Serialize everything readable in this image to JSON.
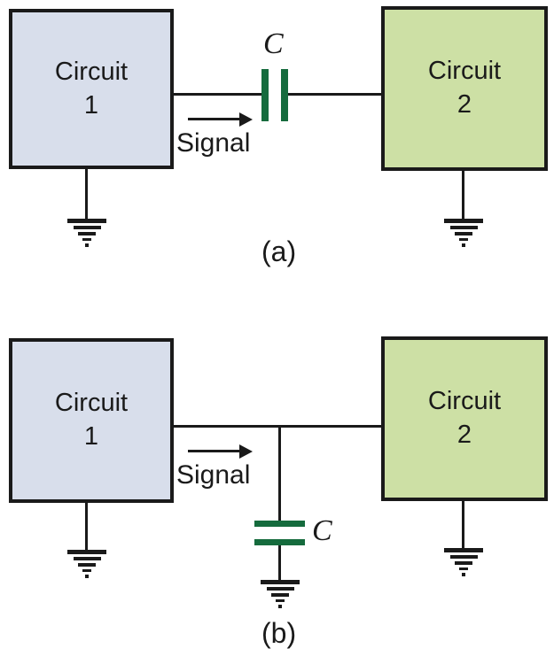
{
  "figure": {
    "description": "Two-panel circuit diagram showing capacitor coupling between two circuits",
    "panels": [
      {
        "id": "a",
        "caption": "(a)",
        "circuit1": {
          "line1": "Circuit",
          "line2": "1"
        },
        "circuit2": {
          "line1": "Circuit",
          "line2": "2"
        },
        "signal_label": "Signal",
        "capacitor_label": "C",
        "capacitor_orientation": "series-vertical-plates"
      },
      {
        "id": "b",
        "caption": "(b)",
        "circuit1": {
          "line1": "Circuit",
          "line2": "1"
        },
        "circuit2": {
          "line1": "Circuit",
          "line2": "2"
        },
        "signal_label": "Signal",
        "capacitor_label": "C",
        "capacitor_orientation": "shunt-to-ground-horizontal-plates"
      }
    ],
    "icons": {
      "ground": "earth-ground-symbol",
      "signal_arrow": "arrow-right"
    }
  },
  "colors": {
    "background": "#ffffff",
    "wire": "#1a1a1a",
    "text": "#1a1a1a",
    "circuit1_fill": "#d8deeb",
    "circuit2_fill": "#cde0a5",
    "capacitor_green": "#156b3d"
  }
}
